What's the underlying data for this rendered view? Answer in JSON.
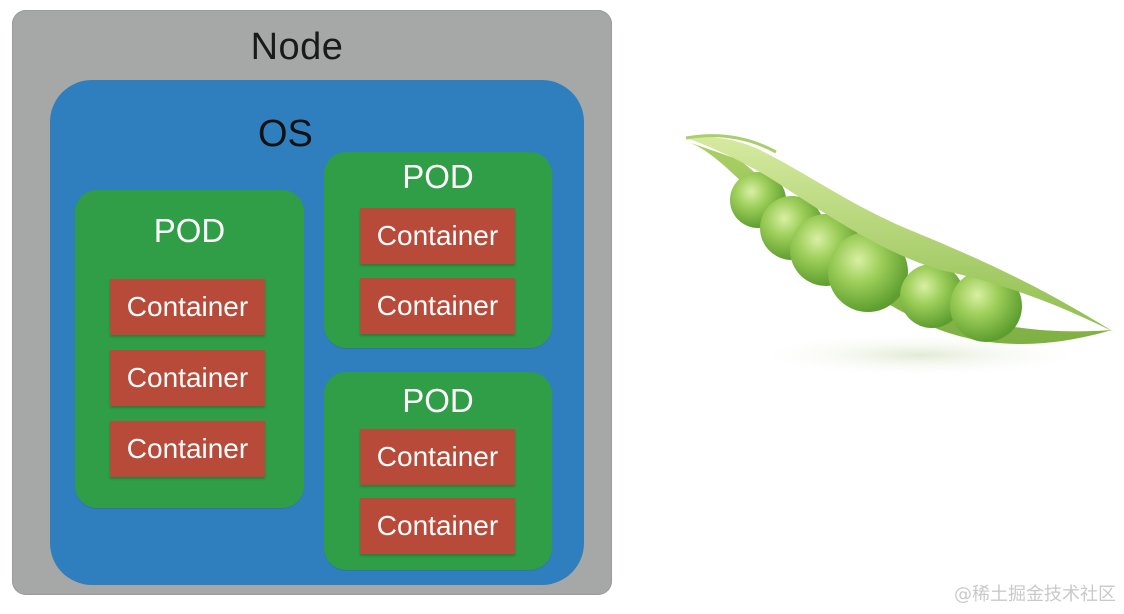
{
  "diagram": {
    "node_label": "Node",
    "os_label": "OS",
    "pods": [
      {
        "label": "POD",
        "containers": [
          "Container",
          "Container",
          "Container"
        ]
      },
      {
        "label": "POD",
        "containers": [
          "Container",
          "Container"
        ]
      },
      {
        "label": "POD",
        "containers": [
          "Container",
          "Container"
        ]
      }
    ]
  },
  "watermark": "@稀土掘金技术社区",
  "colors": {
    "node": "#a6a8a7",
    "os": "#2f7fbe",
    "pod": "#2f9e46",
    "container": "#b84a39",
    "pea": "#8cc04f"
  },
  "illustration": "pea-pod-image"
}
